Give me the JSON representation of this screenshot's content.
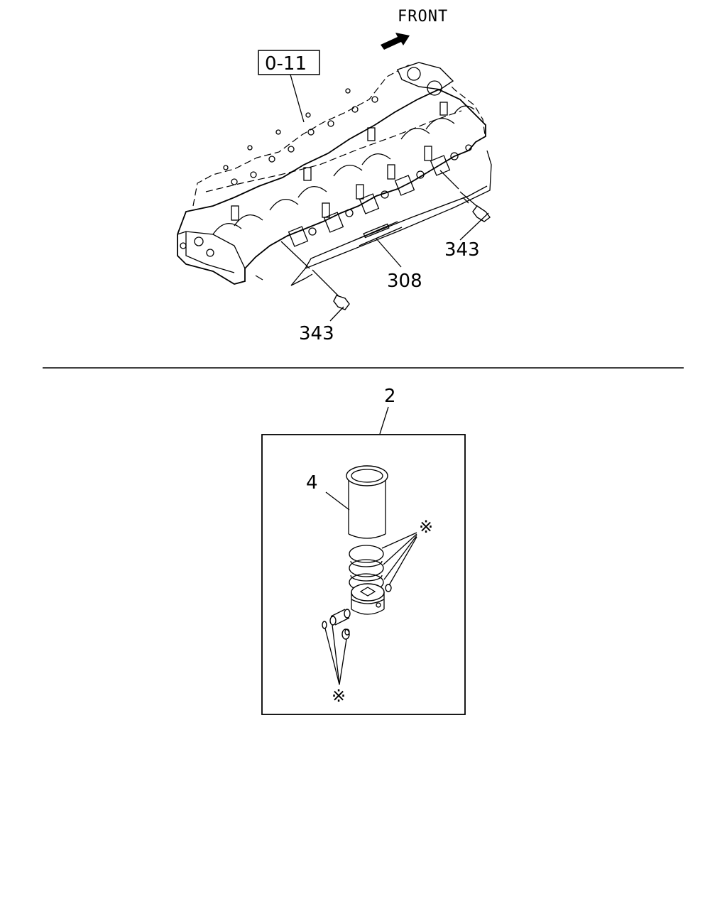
{
  "header": {
    "front_label": "FRONT",
    "reference_box": "0-11"
  },
  "upper_assembly": {
    "callouts": {
      "bolt_right": "343",
      "gasket": "308",
      "bolt_left": "343"
    }
  },
  "lower_assembly": {
    "kit_number": "2",
    "liner_number": "4",
    "ring_kit_marker": "※",
    "pin_kit_marker": "※"
  },
  "colors": {
    "line": "#000000",
    "background": "#ffffff"
  }
}
